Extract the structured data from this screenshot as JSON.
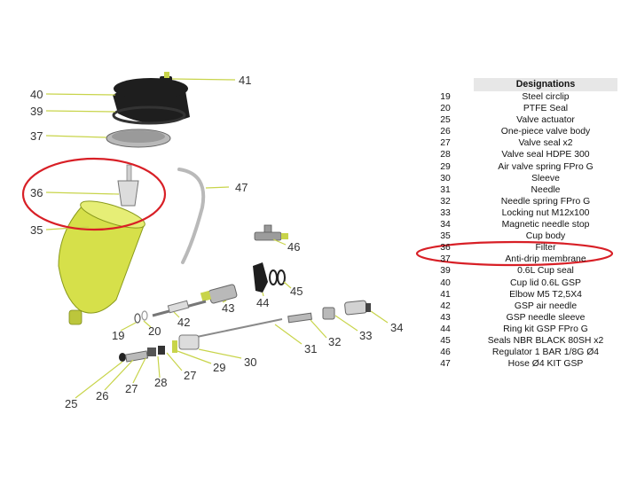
{
  "callouts": {
    "c41": "41",
    "c40": "40",
    "c39": "39",
    "c37": "37",
    "c36": "36",
    "c47": "47",
    "c35": "35",
    "c46": "46",
    "c45": "45",
    "c44": "44",
    "c43": "43",
    "c42": "42",
    "c19": "19",
    "c20": "20",
    "c34": "34",
    "c33": "33",
    "c32": "32",
    "c31": "31",
    "c30": "30",
    "c29": "29",
    "c27a": "27",
    "c28": "28",
    "c27b": "27",
    "c26": "26",
    "c25": "25"
  },
  "designations": {
    "header": "Designations",
    "rows": [
      {
        "code": "19",
        "label": "Steel circlip"
      },
      {
        "code": "20",
        "label": "PTFE Seal"
      },
      {
        "code": "25",
        "label": "Valve actuator"
      },
      {
        "code": "26",
        "label": "One-piece valve body"
      },
      {
        "code": "27",
        "label": "Valve seal  x2"
      },
      {
        "code": "28",
        "label": "Valve seal HDPE 300"
      },
      {
        "code": "29",
        "label": "Air valve spring FPro G"
      },
      {
        "code": "30",
        "label": "Sleeve"
      },
      {
        "code": "31",
        "label": "Needle"
      },
      {
        "code": "32",
        "label": "Needle spring FPro G"
      },
      {
        "code": "33",
        "label": "Locking nut  M12x100"
      },
      {
        "code": "34",
        "label": "Magnetic needle stop"
      },
      {
        "code": "35",
        "label": "Cup body"
      },
      {
        "code": "36",
        "label": "Filter"
      },
      {
        "code": "37",
        "label": "Anti-drip membrane"
      },
      {
        "code": "39",
        "label": "0.6L Cup seal"
      },
      {
        "code": "40",
        "label": "Cup lid  0.6L GSP"
      },
      {
        "code": "41",
        "label": "Elbow M5 T2,5X4"
      },
      {
        "code": "42",
        "label": "GSP air needle"
      },
      {
        "code": "43",
        "label": "GSP needle sleeve"
      },
      {
        "code": "44",
        "label": "Ring kit GSP FPro G"
      },
      {
        "code": "45",
        "label": "Seals NBR BLACK 80SH x2"
      },
      {
        "code": "46",
        "label": "Regulator 1 BAR 1/8G Ø4"
      },
      {
        "code": "47",
        "label": "Hose  Ø4 KIT GSP"
      }
    ]
  },
  "colors": {
    "highlight": "#d81f26",
    "part_yellow": "#d6e04a",
    "leader": "#c8d44a",
    "header_bg": "#e7e7e7"
  }
}
